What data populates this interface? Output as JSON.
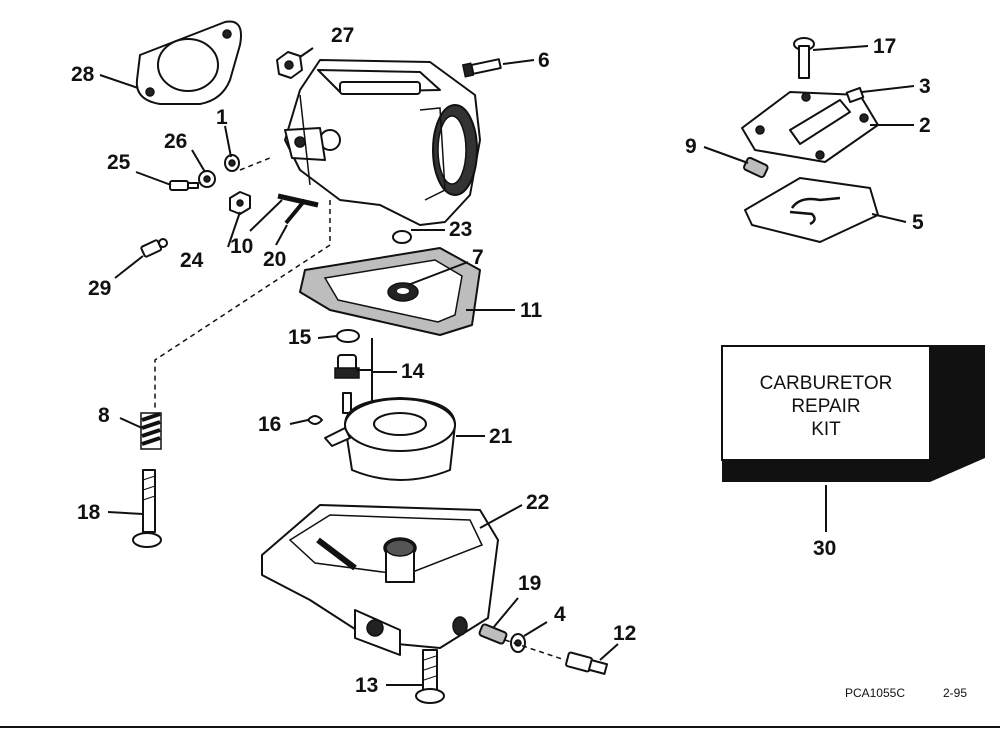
{
  "callouts": {
    "c1": "1",
    "c2": "2",
    "c3": "3",
    "c4": "4",
    "c5": "5",
    "c6": "6",
    "c7": "7",
    "c8": "8",
    "c9": "9",
    "c10": "10",
    "c11": "11",
    "c12": "12",
    "c13": "13",
    "c14": "14",
    "c15": "15",
    "c16": "16",
    "c17": "17",
    "c18": "18",
    "c19": "19",
    "c20": "20",
    "c21": "21",
    "c22": "22",
    "c23": "23",
    "c24": "24",
    "c25": "25",
    "c26": "26",
    "c27": "27",
    "c28": "28",
    "c29": "29",
    "c30": "30"
  },
  "kit": {
    "line1": "CARBURETOR",
    "line2": "REPAIR",
    "line3": "KIT"
  },
  "footer": {
    "code": "PCA1055C",
    "date": "2-95"
  }
}
